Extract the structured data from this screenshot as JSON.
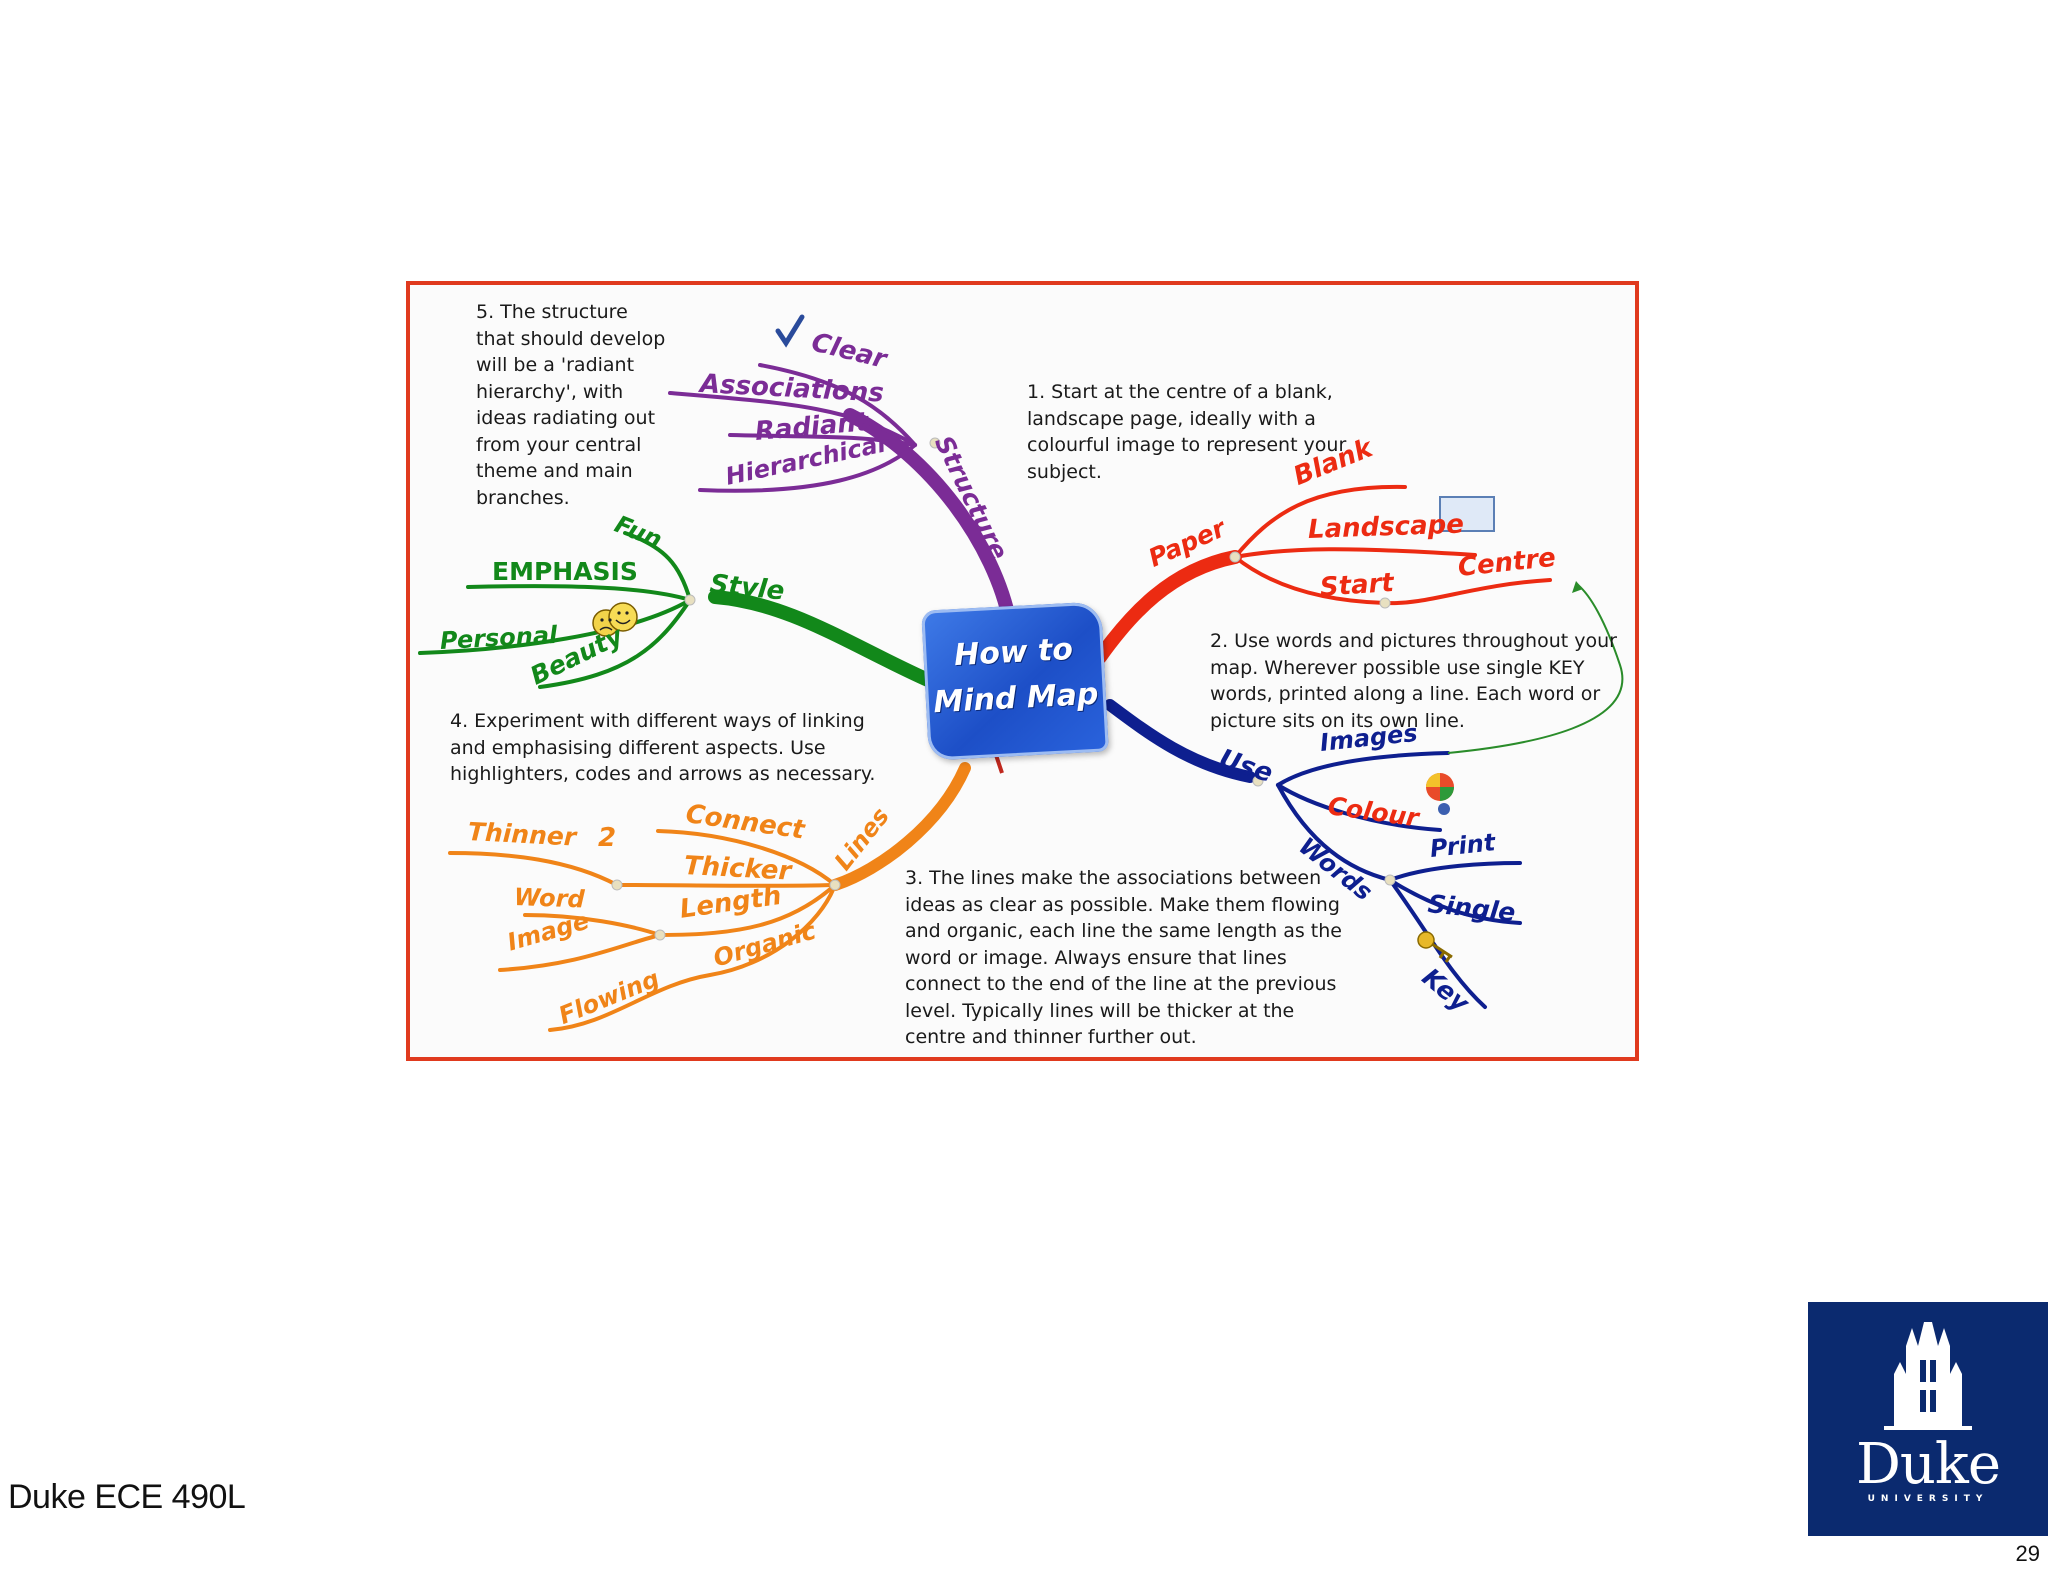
{
  "footer": {
    "course": "Duke ECE 490L",
    "page": "29"
  },
  "logo": {
    "wordmark": "Duke",
    "subtitle": "UNIVERSITY"
  },
  "diagram": {
    "center": "How to\nMind Map",
    "branches": {
      "structure": {
        "label": "Structure",
        "color": "#7b2c96",
        "children": [
          "Clear",
          "Associations",
          "Radiant",
          "Hierarchical"
        ]
      },
      "paper": {
        "label": "Paper",
        "color": "#ec2b12",
        "children": [
          "Blank",
          "Landscape",
          "Start",
          "Centre"
        ]
      },
      "style": {
        "label": "Style",
        "color": "#12881a",
        "children": [
          "Fun",
          "EMPHASIS",
          "Personal",
          "Beauty"
        ]
      },
      "use": {
        "label": "Use",
        "color": "#0e1f8f",
        "children": [
          "Images",
          "Colour",
          "Words",
          "Print",
          "Single",
          "Key"
        ]
      },
      "lines": {
        "label": "Lines",
        "color": "#f08418",
        "children": [
          "Connect",
          "Thinner",
          "2",
          "Thicker",
          "Word",
          "Length",
          "Image",
          "Organic",
          "Flowing"
        ]
      }
    },
    "notes": {
      "n5": "5. The structure\nthat should develop\nwill be a 'radiant\nhierarchy', with\nideas radiating out\nfrom your central\ntheme and main\nbranches.",
      "n1": "1. Start at the centre of a blank,\nlandscape page, ideally with a\ncolourful image to represent your\nsubject.",
      "n2": "2. Use words and pictures throughout your\nmap. Wherever possible use single KEY\nwords, printed along a line. Each word or\npicture sits on its own line.",
      "n4": "4. Experiment with different ways of linking\nand emphasising different aspects. Use\nhighlighters, codes and arrows as necessary.",
      "n3": "3. The lines make the associations between\nideas as clear as possible. Make them flowing\nand organic, each line the same length as the\nword or image. Always ensure that lines\nconnect to the end of the line at the previous\nlevel. Typically lines will be thicker at the\ncentre and thinner further out."
    }
  }
}
